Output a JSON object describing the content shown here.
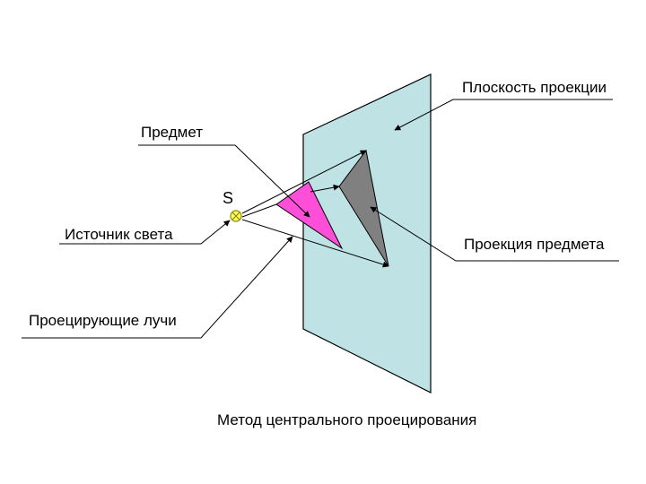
{
  "labels": {
    "projection_plane": "Плоскость проекции",
    "object": "Предмет",
    "source_letter": "S",
    "light_source": "Источник света",
    "object_projection": "Проекция предмета",
    "projecting_rays": "Проецирующие лучи"
  },
  "caption": "Метод центрального проецирования",
  "colors": {
    "plane_fill": "#bfe2e4",
    "object_fill": "#ff4fd8",
    "projection_fill": "#808080",
    "source_fill": "#ffff66",
    "line": "#000000"
  },
  "icons": {
    "light_source": "light-source-icon"
  }
}
